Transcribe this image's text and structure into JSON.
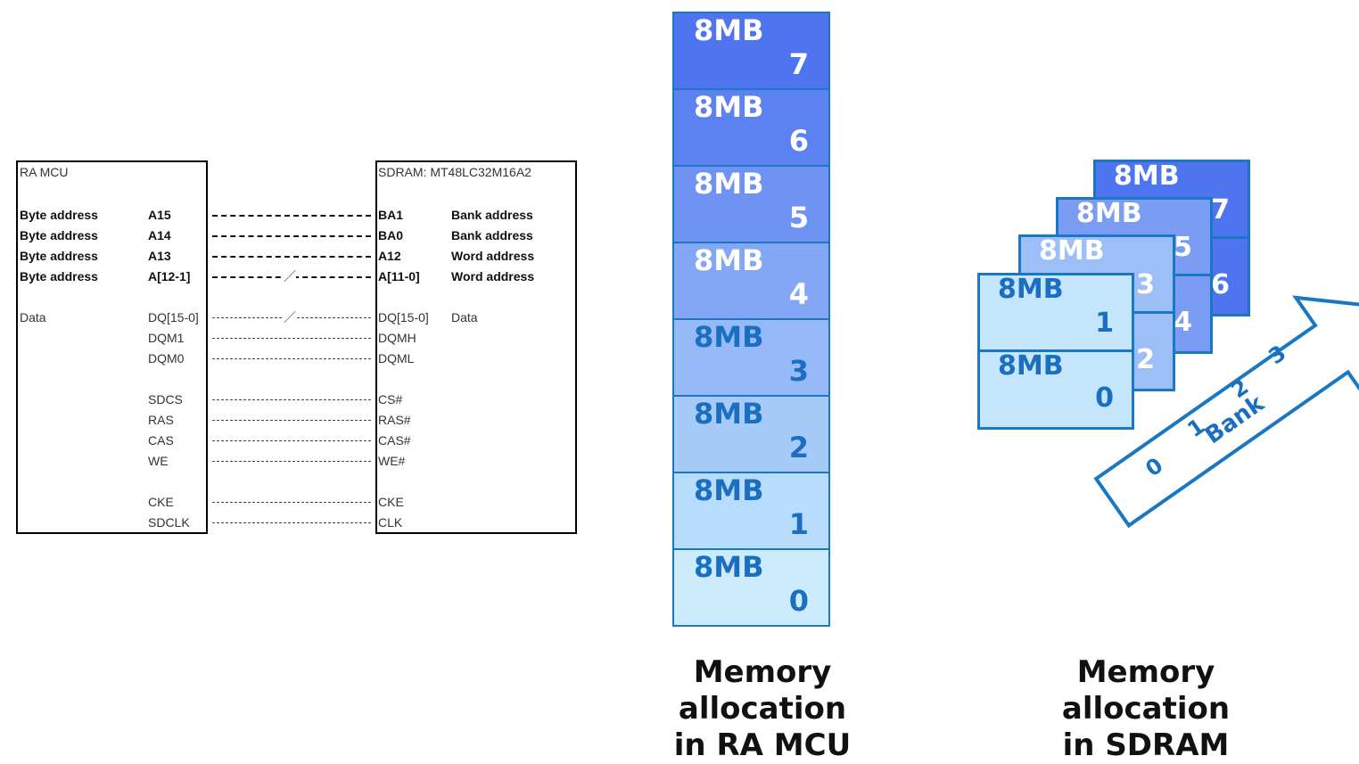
{
  "mcu_box": {
    "title": "RA MCU"
  },
  "sdram_box": {
    "title": "SDRAM: MT48LC32M16A2"
  },
  "signals": [
    {
      "mcu_desc": "Byte address",
      "mcu_pin": "A15",
      "sdram_pin": "BA1",
      "sdram_desc": "Bank address",
      "bold": true,
      "bus": false
    },
    {
      "mcu_desc": "Byte address",
      "mcu_pin": "A14",
      "sdram_pin": "BA0",
      "sdram_desc": "Bank address",
      "bold": true,
      "bus": false
    },
    {
      "mcu_desc": "Byte address",
      "mcu_pin": "A13",
      "sdram_pin": "A12",
      "sdram_desc": "Word address",
      "bold": true,
      "bus": false
    },
    {
      "mcu_desc": "Byte address",
      "mcu_pin": "A[12-1]",
      "sdram_pin": "A[11-0]",
      "sdram_desc": "Word address",
      "bold": true,
      "bus": true
    },
    {
      "mcu_desc": "Data",
      "mcu_pin": "DQ[15-0]",
      "sdram_pin": "DQ[15-0]",
      "sdram_desc": "Data",
      "bold": false,
      "bus": true
    },
    {
      "mcu_desc": "",
      "mcu_pin": "DQM1",
      "sdram_pin": "DQMH",
      "sdram_desc": "",
      "bold": false,
      "bus": false
    },
    {
      "mcu_desc": "",
      "mcu_pin": "DQM0",
      "sdram_pin": "DQML",
      "sdram_desc": "",
      "bold": false,
      "bus": false
    },
    {
      "mcu_desc": "",
      "mcu_pin": "SDCS",
      "sdram_pin": "CS#",
      "sdram_desc": "",
      "bold": false,
      "bus": false
    },
    {
      "mcu_desc": "",
      "mcu_pin": "RAS",
      "sdram_pin": "RAS#",
      "sdram_desc": "",
      "bold": false,
      "bus": false
    },
    {
      "mcu_desc": "",
      "mcu_pin": "CAS",
      "sdram_pin": "CAS#",
      "sdram_desc": "",
      "bold": false,
      "bus": false
    },
    {
      "mcu_desc": "",
      "mcu_pin": "WE",
      "sdram_pin": "WE#",
      "sdram_desc": "",
      "bold": false,
      "bus": false
    },
    {
      "mcu_desc": "",
      "mcu_pin": "CKE",
      "sdram_pin": "CKE",
      "sdram_desc": "",
      "bold": false,
      "bus": false
    },
    {
      "mcu_desc": "",
      "mcu_pin": "SDCLK",
      "sdram_pin": "CLK",
      "sdram_desc": "",
      "bold": false,
      "bus": false
    }
  ],
  "bus_slash": "／",
  "mcu_memory": {
    "segments": [
      {
        "size": "8MB",
        "index": "7",
        "color": "#4f74ef"
      },
      {
        "size": "8MB",
        "index": "6",
        "color": "#5b82f0"
      },
      {
        "size": "8MB",
        "index": "5",
        "color": "#6f93f2"
      },
      {
        "size": "8MB",
        "index": "4",
        "color": "#83a6f5"
      },
      {
        "size": "8MB",
        "index": "3",
        "color": "#96b9f7"
      },
      {
        "size": "8MB",
        "index": "2",
        "color": "#a7cbf9"
      },
      {
        "size": "8MB",
        "index": "1",
        "color": "#b8dcfb"
      },
      {
        "size": "8MB",
        "index": "0",
        "color": "#ccebfd"
      }
    ],
    "caption_line1": "Memory allocation",
    "caption_line2": "in RA MCU"
  },
  "sdram_memory": {
    "banks": [
      {
        "top_size": "8MB",
        "top_index": "7",
        "bottom_index": "6",
        "color": "#4f74ef"
      },
      {
        "top_size": "8MB",
        "top_index": "5",
        "bottom_index": "4",
        "color": "#7a9cf3"
      },
      {
        "top_size": "8MB",
        "top_index": "3",
        "bottom_index": "2",
        "color": "#9dbff8"
      },
      {
        "top_size": "8MB",
        "top_index": "1",
        "bottom_size": "8MB",
        "bottom_index": "0",
        "color": "#c4e5fc"
      }
    ],
    "arrow_label": "Bank",
    "arrow_ticks": [
      "0",
      "1",
      "2",
      "3"
    ],
    "caption_line1": "Memory allocation",
    "caption_line2": "in SDRAM"
  },
  "colors": {
    "border_blue": "#1a78c2",
    "text_blue": "#1a6fc0"
  }
}
